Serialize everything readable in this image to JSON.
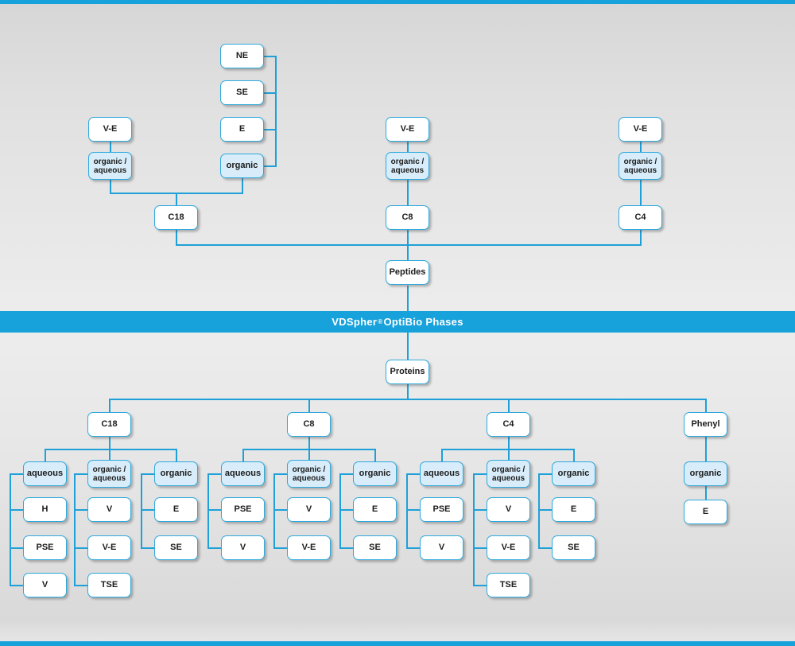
{
  "banner": {
    "brand": "VDSpher",
    "reg": "®",
    "rest": " OptiBio Phases"
  },
  "colors": {
    "accent_blue": "#17a2db",
    "line_blue": "#1fa0d8",
    "box_border": "#2ea9dd",
    "highlight_fill": "#d8ecf9"
  },
  "top": {
    "root": "Peptides",
    "branches": [
      {
        "branch": "C18",
        "modes": [
          {
            "label": "organic /\naqueous",
            "children": [
              "V-E"
            ]
          },
          {
            "label": "organic",
            "children": [
              "NE",
              "SE",
              "E"
            ]
          }
        ]
      },
      {
        "branch": "C8",
        "modes": [
          {
            "label": "organic /\naqueous",
            "children": [
              "V-E"
            ]
          }
        ]
      },
      {
        "branch": "C4",
        "modes": [
          {
            "label": "organic /\naqueous",
            "children": [
              "V-E"
            ]
          }
        ]
      }
    ]
  },
  "bottom": {
    "root": "Proteins",
    "branches": [
      {
        "branch": "C18",
        "modes": [
          {
            "label": "aqueous",
            "children": [
              "H",
              "PSE",
              "V"
            ]
          },
          {
            "label": "organic /\naqueous",
            "children": [
              "V",
              "V-E",
              "TSE"
            ]
          },
          {
            "label": "organic",
            "children": [
              "E",
              "SE"
            ]
          }
        ]
      },
      {
        "branch": "C8",
        "modes": [
          {
            "label": "aqueous",
            "children": [
              "PSE",
              "V"
            ]
          },
          {
            "label": "organic /\naqueous",
            "children": [
              "V",
              "V-E"
            ]
          },
          {
            "label": "organic",
            "children": [
              "E",
              "SE"
            ]
          }
        ]
      },
      {
        "branch": "C4",
        "modes": [
          {
            "label": "aqueous",
            "children": [
              "PSE",
              "V"
            ]
          },
          {
            "label": "organic /\naqueous",
            "children": [
              "V",
              "V-E",
              "TSE"
            ]
          },
          {
            "label": "organic",
            "children": [
              "E",
              "SE"
            ]
          }
        ]
      },
      {
        "branch": "Phenyl",
        "modes": [
          {
            "label": "organic",
            "children": [
              "E"
            ]
          }
        ]
      }
    ]
  }
}
